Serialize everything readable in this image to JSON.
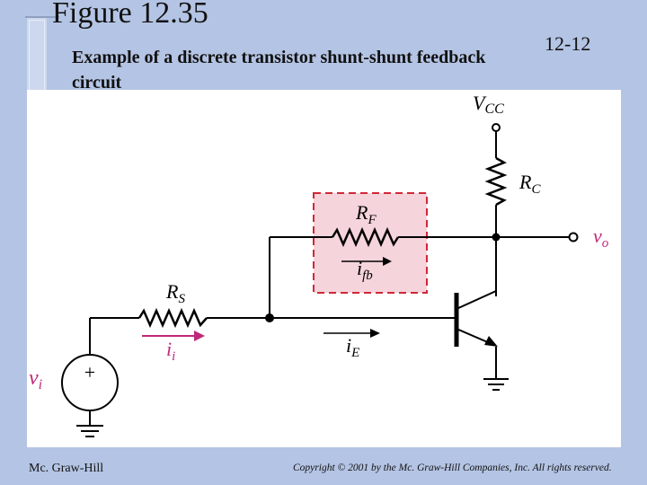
{
  "header": {
    "title": "Figure 12.35",
    "subtitle": "Example of a discrete transistor shunt-shunt feedback circuit",
    "page_number": "12-12"
  },
  "diagram": {
    "labels": {
      "vcc": "V",
      "vcc_sub": "CC",
      "rc": "R",
      "rc_sub": "C",
      "rf": "R",
      "rf_sub": "F",
      "ifb": "i",
      "ifb_sub": "fb",
      "rs": "R",
      "rs_sub": "S",
      "ii": "i",
      "ii_sub": "i",
      "ie": "i",
      "ie_sub": "E",
      "vi": "v",
      "vi_sub": "i",
      "vo": "v",
      "vo_sub": "o",
      "plus": "+"
    },
    "colors": {
      "wire": "#000000",
      "feedback_box_fill": "#f6d4dc",
      "feedback_box_border": "#d02838",
      "current_arrow": "#c0287a"
    }
  },
  "footer": {
    "publisher": "Mc. Graw-Hill",
    "copyright": "Copyright © 2001 by the Mc. Graw-Hill Companies, Inc. All rights reserved."
  }
}
